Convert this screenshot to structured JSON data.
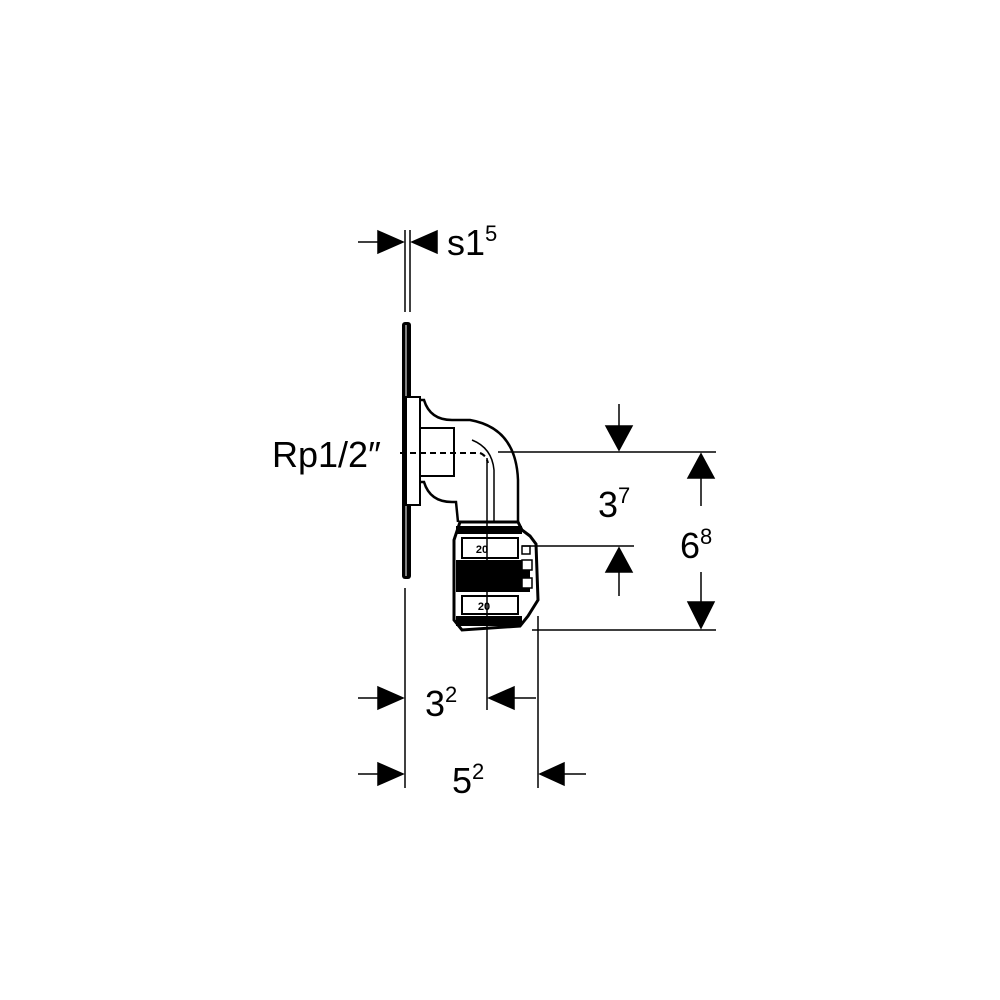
{
  "labels": {
    "thread": "Rp1/2″",
    "plate_thickness": {
      "base": "s1",
      "sup": "5"
    },
    "offset_upper": {
      "base": "3",
      "sup": "7"
    },
    "height_total": {
      "base": "6",
      "sup": "8"
    },
    "depth_axis": {
      "base": "3",
      "sup": "2"
    },
    "depth_total": {
      "base": "5",
      "sup": "2"
    }
  },
  "fitting_marks": {
    "upper": "20",
    "lower": "20"
  },
  "colors": {
    "ink": "#000000",
    "paper": "#ffffff"
  }
}
